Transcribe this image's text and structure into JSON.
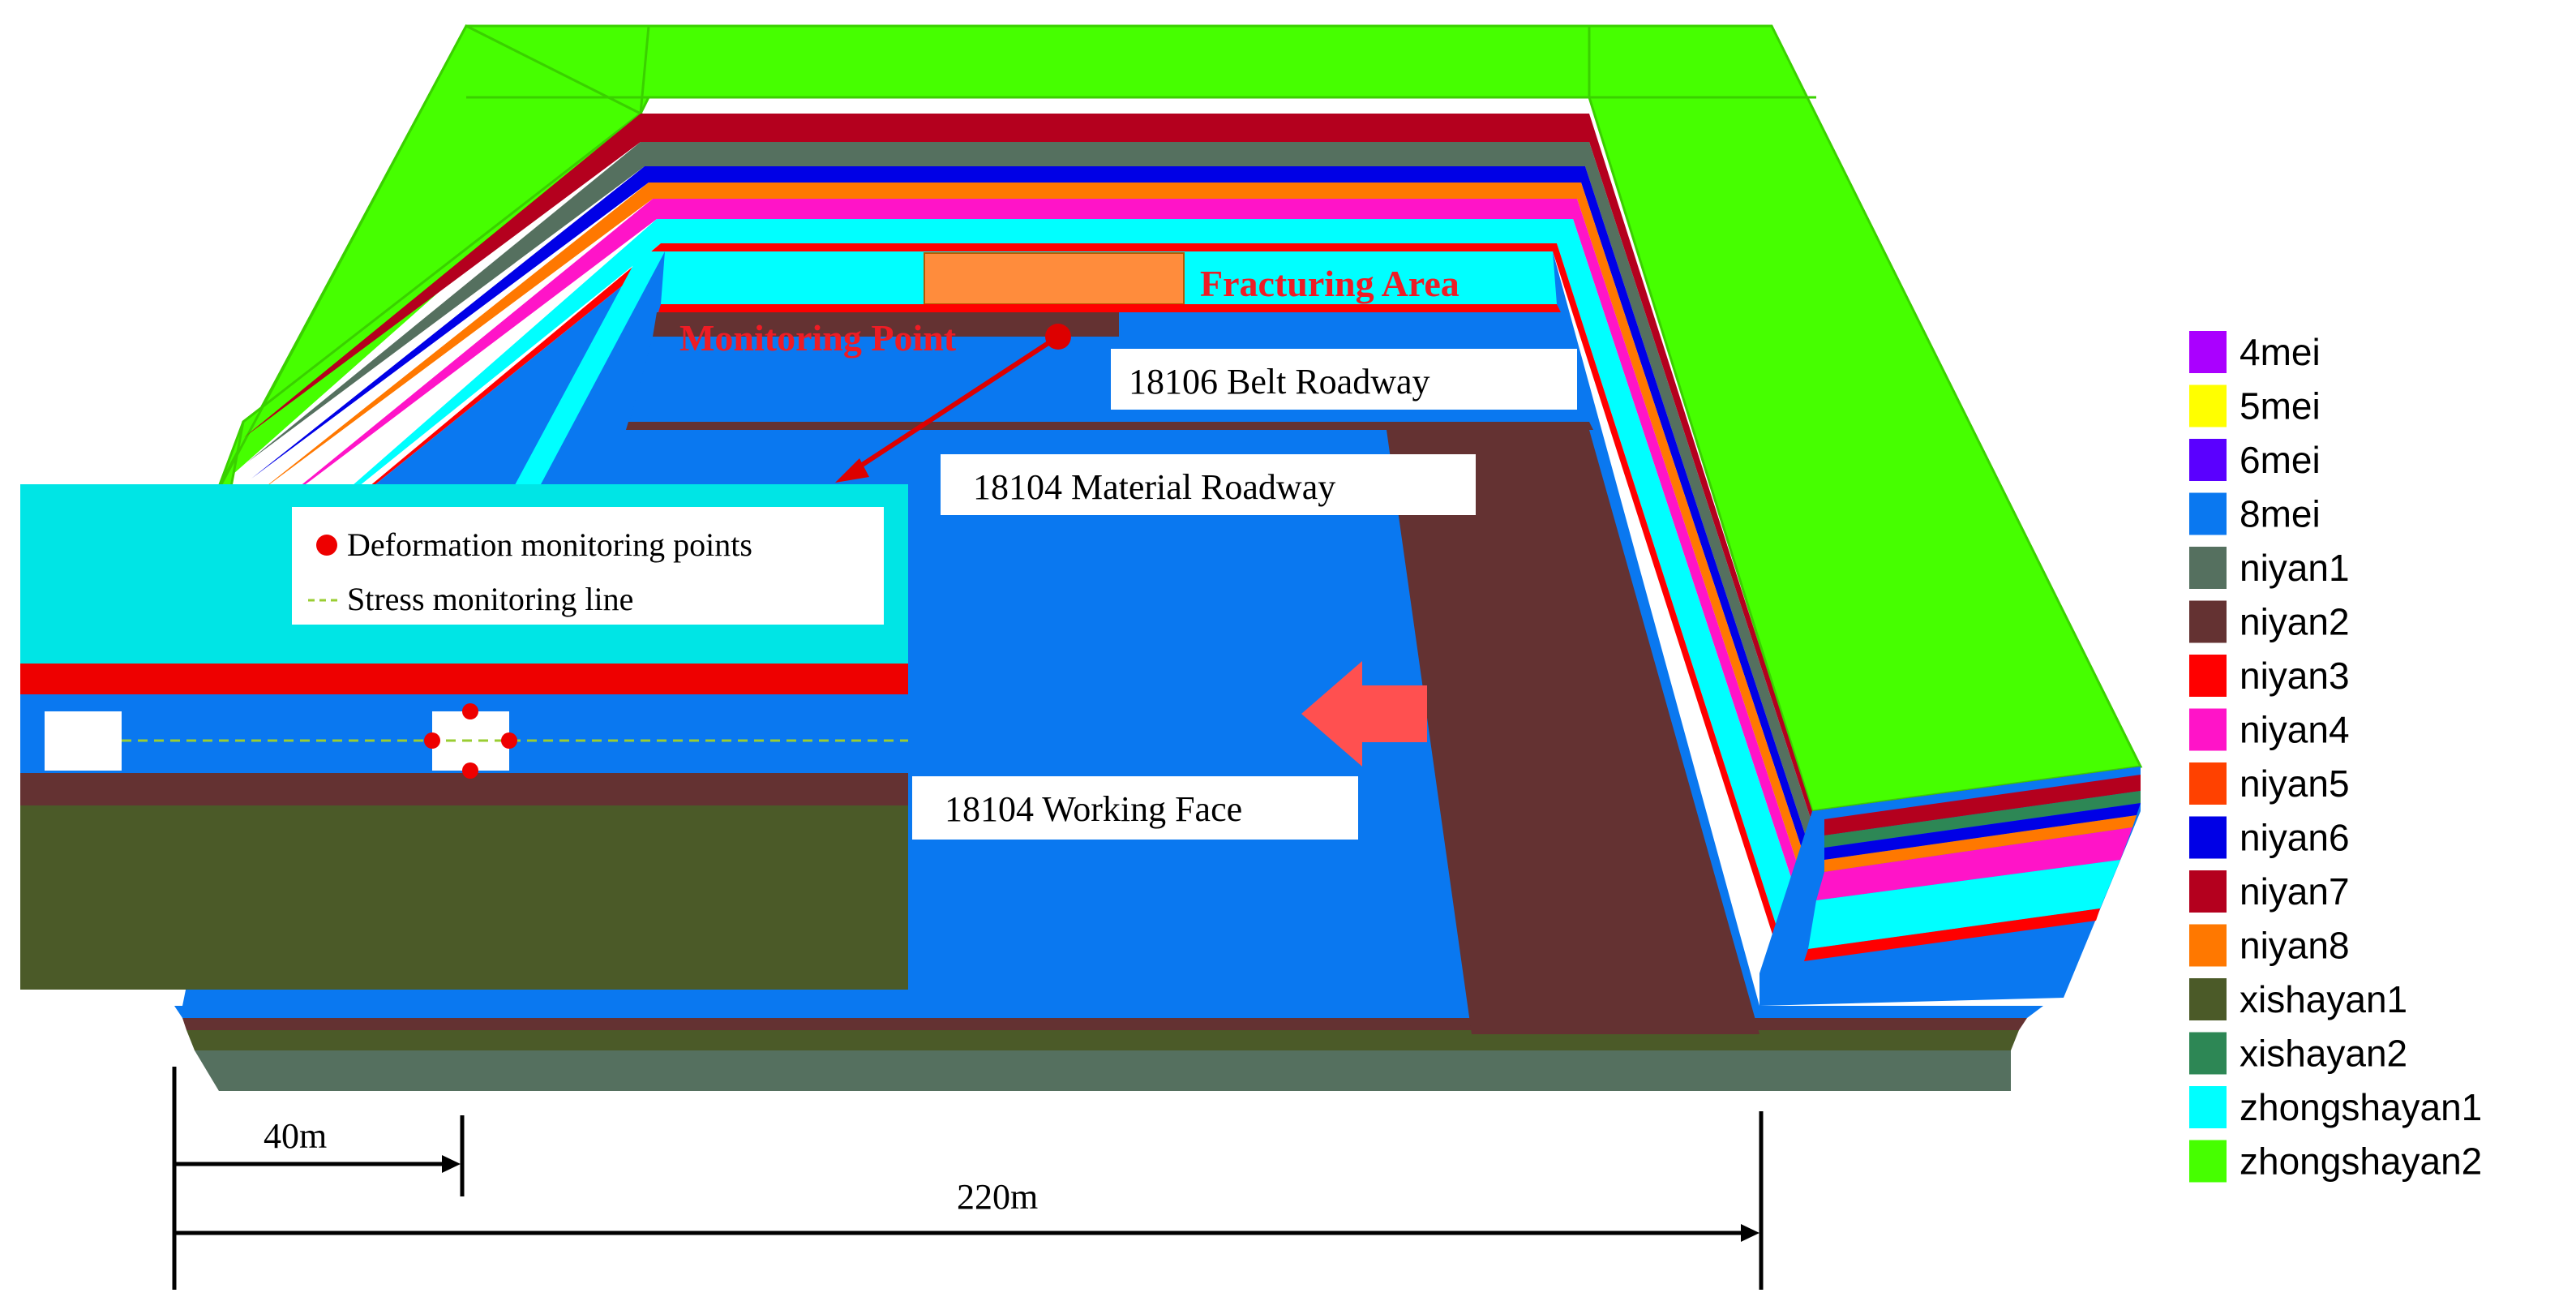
{
  "labels": {
    "fracturing_area": "Fracturing Area",
    "monitoring_point": "Monitoring Point",
    "belt_roadway": "18106 Belt Roadway",
    "material_roadway": "18104 Material Roadway",
    "working_face": "18104 Working Face"
  },
  "inset_legend": {
    "deformation": "Deformation monitoring points",
    "stress": "Stress monitoring line"
  },
  "dimensions": {
    "short": "40m",
    "long": "220m"
  },
  "legend": {
    "items": [
      {
        "label": "4mei",
        "color": "#aa00ff"
      },
      {
        "label": "5mei",
        "color": "#ffff00"
      },
      {
        "label": "6mei",
        "color": "#5a00ff"
      },
      {
        "label": "8mei",
        "color": "#0a78f0"
      },
      {
        "label": "niyan1",
        "color": "#55705f"
      },
      {
        "label": "niyan2",
        "color": "#643232"
      },
      {
        "label": "niyan3",
        "color": "#ff0000"
      },
      {
        "label": "niyan4",
        "color": "#ff14c8"
      },
      {
        "label": "niyan5",
        "color": "#ff4100"
      },
      {
        "label": "niyan6",
        "color": "#0000e6"
      },
      {
        "label": "niyan7",
        "color": "#b4001e"
      },
      {
        "label": "niyan8",
        "color": "#ff7800"
      },
      {
        "label": "xishayan1",
        "color": "#4b5a28"
      },
      {
        "label": "xishayan2",
        "color": "#2d8755"
      },
      {
        "label": "zhongshayan1",
        "color": "#00ffff"
      },
      {
        "label": "zhongshayan2",
        "color": "#46ff00"
      }
    ]
  }
}
